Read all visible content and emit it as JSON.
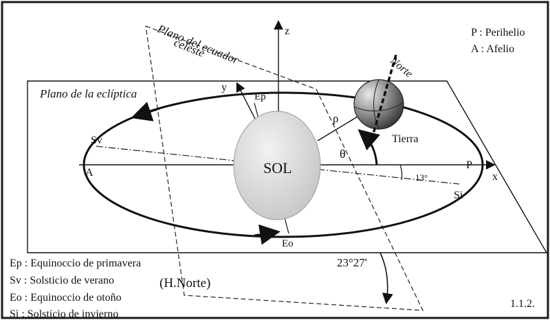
{
  "legend_top": {
    "perihelio": "P : Perihelio",
    "afelio": "A : Afelio"
  },
  "labels": {
    "z_axis": "z",
    "y_axis": "y",
    "x_axis": "x",
    "plano_ecuador_line1": "Plano del ecuador",
    "plano_ecuador_line2": "celeste",
    "plano_ecliptica": "Plano de la eclíptica",
    "norte": "Norte",
    "tierra": "Tierra",
    "rho": "ρ",
    "theta": "θ",
    "sol": "SOL",
    "ep": "Ep",
    "sv": "Sv",
    "a": "A",
    "p": "P",
    "si": "Si",
    "eo": "Eo",
    "angle_13": "13°",
    "angle_23": "23°27'"
  },
  "legend_bottom": {
    "ep": "Ep : Equinoccio de primavera",
    "sv": "Sv : Solsticio de verano",
    "eo": "Eo : Equinoccio de otoño",
    "si": "Si : Solsticio de invierno",
    "hemisferio": "(H.Norte)"
  },
  "figure_number": "1.1.2.",
  "colors": {
    "frame": "#1a1a1a",
    "sun_fill": "#d9d9d9",
    "earth_fill": "#8a8a8a",
    "line": "#111111"
  }
}
